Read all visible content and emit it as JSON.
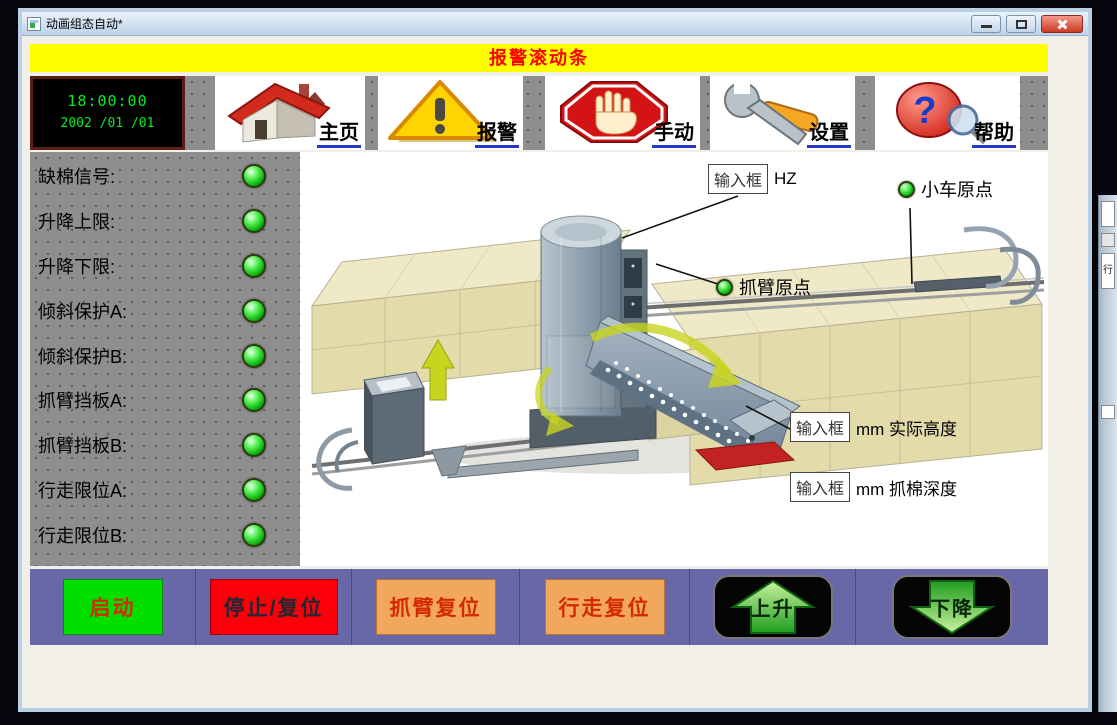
{
  "window": {
    "title": "动画组态自动*"
  },
  "alarm_banner": {
    "text": "报警滚动条"
  },
  "toolbar": {
    "clock": {
      "time": "18:00:00",
      "date": "2002 /01 /01"
    },
    "help_glyph": "?",
    "nav_items": [
      {
        "label": "主页",
        "icon": "home-icon"
      },
      {
        "label": "报警",
        "icon": "alarm-icon"
      },
      {
        "label": "手动",
        "icon": "hand-stop-icon"
      },
      {
        "label": "设置",
        "icon": "wrench-icon"
      },
      {
        "label": "帮助",
        "icon": "help-icon"
      }
    ]
  },
  "status_panel": {
    "items": [
      {
        "label": "缺棉信号:",
        "state": "on"
      },
      {
        "label": "升降上限:",
        "state": "on"
      },
      {
        "label": "升降下限:",
        "state": "on"
      },
      {
        "label": "倾斜保护A:",
        "state": "on"
      },
      {
        "label": "倾斜保护B:",
        "state": "on"
      },
      {
        "label": "抓臂挡板A:",
        "state": "on"
      },
      {
        "label": "抓臂挡板B:",
        "state": "on"
      },
      {
        "label": "行走限位A:",
        "state": "on"
      },
      {
        "label": "行走限位B:",
        "state": "on"
      }
    ]
  },
  "diagram": {
    "frequency_input": {
      "value": "输入框",
      "unit": "HZ"
    },
    "cart_origin": {
      "label": "小车原点",
      "state": "on"
    },
    "arm_origin": {
      "label": "抓臂原点",
      "state": "on"
    },
    "height_input": {
      "value": "输入框",
      "unit": "mm 实际高度"
    },
    "depth_input": {
      "value": "输入框",
      "unit": "mm 抓棉深度"
    }
  },
  "control_bar": {
    "buttons": [
      {
        "label": "启动"
      },
      {
        "label": "停止/复位"
      },
      {
        "label": "抓臂复位"
      },
      {
        "label": "行走复位"
      },
      {
        "label": "上升",
        "icon": "arrow-up-icon"
      },
      {
        "label": "下降",
        "icon": "arrow-down-icon"
      }
    ]
  },
  "background_window": {
    "fragment_text": "行"
  },
  "colors": {
    "alarm_banner_bg": "#ffff00",
    "alarm_banner_text": "#ff0000",
    "led_on": "#22cc22",
    "clock_text": "#00ee22",
    "start_bg": "#00e000",
    "stop_bg": "#fb0008",
    "reset_bg": "#f2a75e",
    "bar_bg": "#6868a8"
  }
}
